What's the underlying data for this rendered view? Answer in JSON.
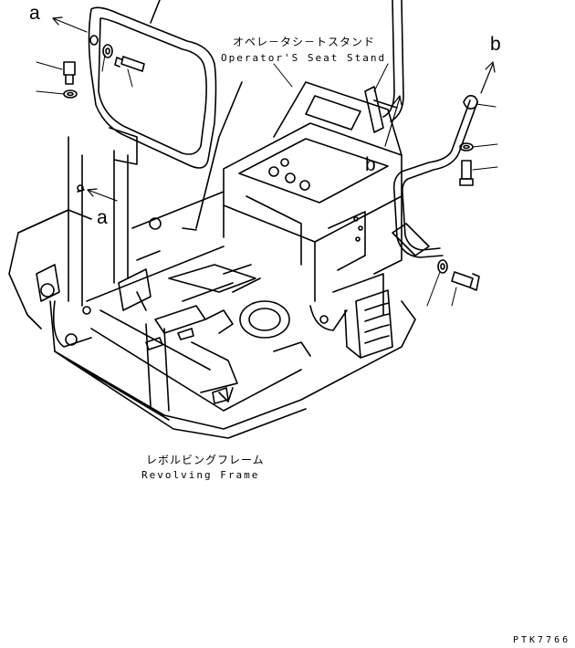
{
  "labels": {
    "ref_a_top": "a",
    "ref_a_mid": "a",
    "ref_b_top": "b",
    "ref_b_mid": "b",
    "seat_stand_jp": "オペレ－タシ－トスタンド",
    "seat_stand_en": "Operator'S Seat Stand",
    "frame_jp": "レボルビングフレーム",
    "frame_en": "Revolving Frame",
    "drawing_code": "PTK7766"
  },
  "colors": {
    "line": "#000000",
    "background": "#ffffff"
  }
}
